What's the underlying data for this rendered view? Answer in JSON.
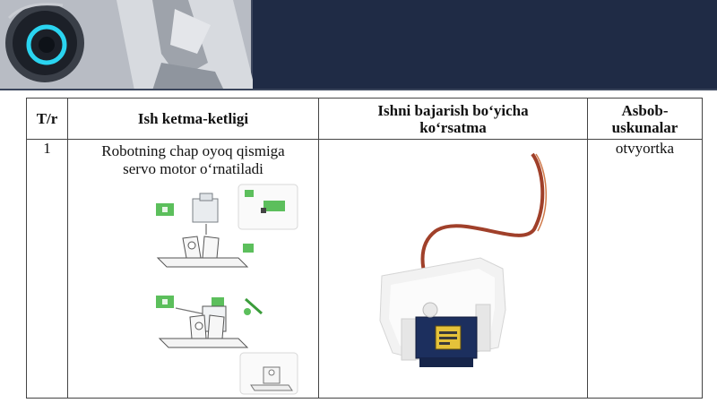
{
  "table": {
    "headers": {
      "number": "T/r",
      "sequence": "Ish ketma-ketligi",
      "instruction_line1": "Ishni bajarish bo‘yicha",
      "instruction_line2": "ko‘rsatma",
      "tools_line1": "Asbob-",
      "tools_line2": "uskunalar"
    },
    "rows": [
      {
        "number": "1",
        "step_line1": "Robotning chap oyoq qismiga",
        "step_line2": "servo motor o‘rnatiladi",
        "tools": "otvyortka"
      }
    ]
  },
  "colors": {
    "banner_dark": "#1f2b45",
    "cyan_accent": "#2ad4f0",
    "label_green": "#5cbf5c",
    "servo_blue": "#1c2f5e",
    "wire_brown": "#a0402a"
  },
  "icons": {
    "banner": "robot-head-icon",
    "step_illustration": "servo-assembly-icon",
    "photo": "servo-motor-photo"
  }
}
